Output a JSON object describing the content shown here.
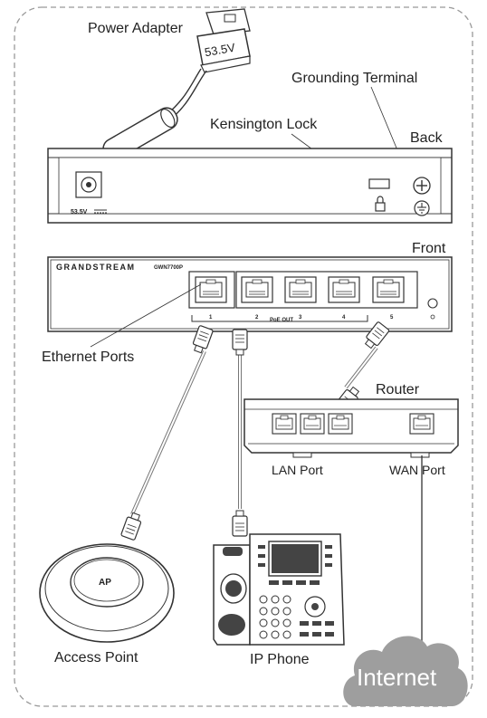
{
  "colors": {
    "line": "#333333",
    "fill_light": "#f2f2f2",
    "fill_dark": "#444444",
    "cloud": "#9e9e9e",
    "cable_gray": "#777777",
    "dashed_border": "#999999"
  },
  "labels": {
    "power_adapter": "Power Adapter",
    "adapter_voltage": "53.5V",
    "grounding_terminal": "Grounding Terminal",
    "kensington_lock": "Kensington Lock",
    "back": "Back",
    "back_panel_voltage": "53.5V",
    "front": "Front",
    "brand": "GRANDSTREAM",
    "model": "GWN7700P",
    "ethernet_ports": "Ethernet Ports",
    "poe_out": "PoE OUT",
    "port_numbers": [
      "1",
      "2",
      "3",
      "4",
      "5"
    ],
    "router": "Router",
    "lan_port": "LAN Port",
    "wan_port": "WAN Port",
    "ap_badge": "AP",
    "access_point": "Access Point",
    "ip_phone": "IP Phone",
    "internet": "Internet"
  },
  "icons": {
    "lock": "padlock-icon",
    "ground": "ground-symbol-icon",
    "screw": "screw-icon",
    "ethernet": "rj45-port-icon",
    "plug": "rj45-plug-icon",
    "cloud": "cloud-icon"
  }
}
